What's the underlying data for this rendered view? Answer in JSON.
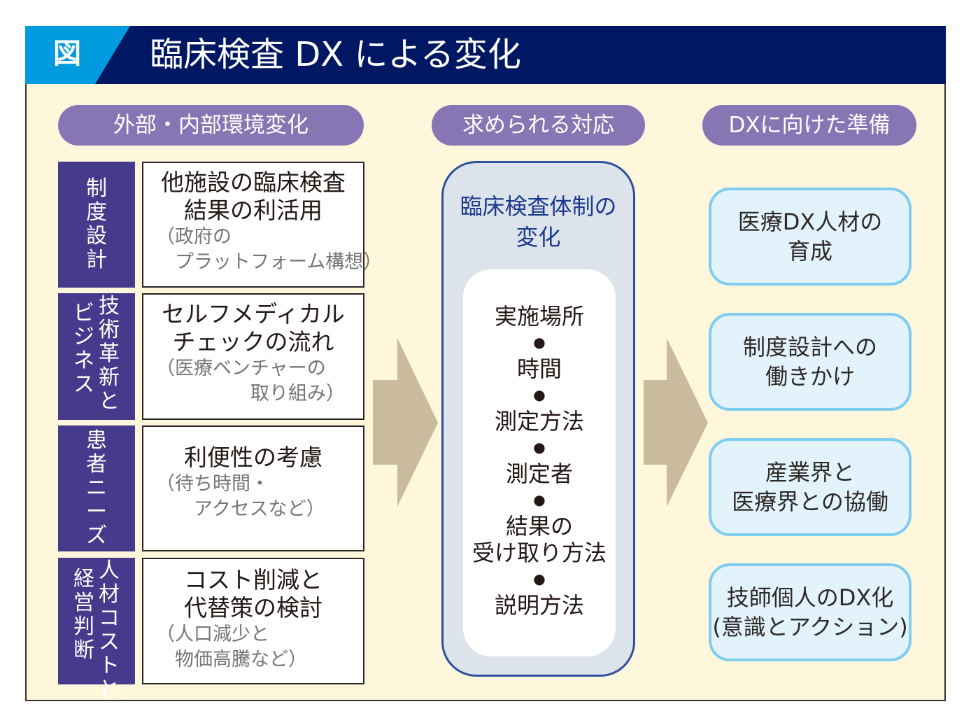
{
  "header": {
    "tab_label": "図",
    "title": "臨床検査 DX による変化"
  },
  "columns": {
    "left_heading": "外部・内部環境変化",
    "center_heading": "求められる対応",
    "right_heading": "DXに向けた準備"
  },
  "left_rows": [
    {
      "category_columns": [
        [
          "制",
          "度",
          "設",
          "計"
        ]
      ],
      "main": [
        "他施設の臨床検査",
        "結果の利活用"
      ],
      "sub": [
        "（政府の",
        "　プラットフォーム構想）"
      ]
    },
    {
      "category_columns": [
        [
          "技",
          "術",
          "革",
          "新",
          "と"
        ],
        [
          "ビ",
          "ジ",
          "ネ",
          "ス"
        ]
      ],
      "main": [
        "セルフメディカル",
        "チェックの流れ"
      ],
      "sub": [
        "（医療ベンチャーの",
        "　　　　　取り組み）"
      ]
    },
    {
      "category_columns": [
        [
          "患",
          "者",
          "ニ",
          "ー",
          "ズ"
        ]
      ],
      "main": [
        "利便性の考慮"
      ],
      "sub": [
        "（待ち時間・",
        "　　アクセスなど）"
      ]
    },
    {
      "category_columns": [
        [
          "人",
          "材",
          "コ",
          "ス",
          "ト",
          "と"
        ],
        [
          "経",
          "営",
          "判",
          "断"
        ]
      ],
      "main": [
        "コスト削減と",
        "代替策の検討"
      ],
      "sub": [
        "（人口減少と",
        "　物価高騰など）"
      ]
    }
  ],
  "center": {
    "title": [
      "臨床検査体制の",
      "変化"
    ],
    "items": [
      "実施場所",
      "時間",
      "測定方法",
      "測定者",
      "結果の\n受け取り方法",
      "説明方法"
    ],
    "separator": "●"
  },
  "right_boxes": [
    [
      "医療DX人材の",
      "育成"
    ],
    [
      "制度設計への",
      "働きかけ"
    ],
    [
      "産業界と",
      "医療界との協働"
    ],
    [
      "技師個人のDX化",
      "(意識とアクション)"
    ]
  ],
  "colors": {
    "header_bg": "#001763",
    "header_tab": "#009bdf",
    "background": "#fff7dc",
    "pill": "#8677b4",
    "category": "#453a8c",
    "center_border": "#2f4f9f",
    "center_fill": "#dce3ea",
    "center_title": "#1d3b8f",
    "arrow": "#c9bb9c",
    "right_border": "#80cdf2",
    "right_fill": "#e3f3fc"
  }
}
